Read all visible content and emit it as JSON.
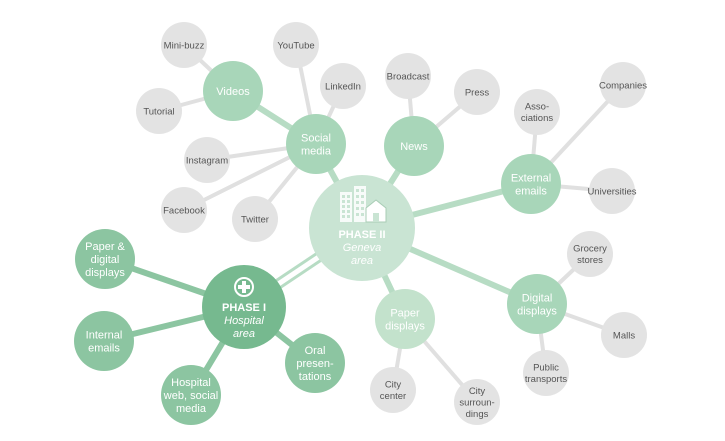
{
  "nodes": {
    "phase2": {
      "title": "PHASE II",
      "sub": "Geneva area"
    },
    "phase1": {
      "title": "PHASE I",
      "sub": "Hospital area"
    },
    "social_media": "Social media",
    "news": "News",
    "videos": "Videos",
    "external_emails": "External emails",
    "digital_displays": "Digital displays",
    "paper_displays": "Paper displays",
    "paper_digital": "Paper & digital displays",
    "internal_emails": "Internal emails",
    "hospital_web": "Hospital web, social media",
    "oral": "Oral presentations",
    "minibuzz": "Mini-buzz",
    "youtube": "YouTube",
    "linkedin": "LinkedIn",
    "tutorial": "Tutorial",
    "instagram": "Instagram",
    "facebook": "Facebook",
    "twitter": "Twitter",
    "broadcast": "Broadcast",
    "press": "Press",
    "associations": "Asso-ciations",
    "companies": "Companies",
    "universities": "Universities",
    "grocery": "Grocery stores",
    "malls": "Malls",
    "public_transports": "Public transports",
    "city_center": "City center",
    "city_surroundings": "City surroun-dings"
  },
  "colors": {
    "phase2_fill": "#c9e4d3",
    "phase1_fill": "#76b98f",
    "mid_green": "#a8d6b9",
    "light_green": "#c3e2cc",
    "phase1_child": "#8cc5a1",
    "leaf": "#e3e3e3",
    "edge_light": "#e0e0e0",
    "edge_green": "#b7dcc4",
    "text_dark": "#555555",
    "text_light": "#ffffff"
  }
}
